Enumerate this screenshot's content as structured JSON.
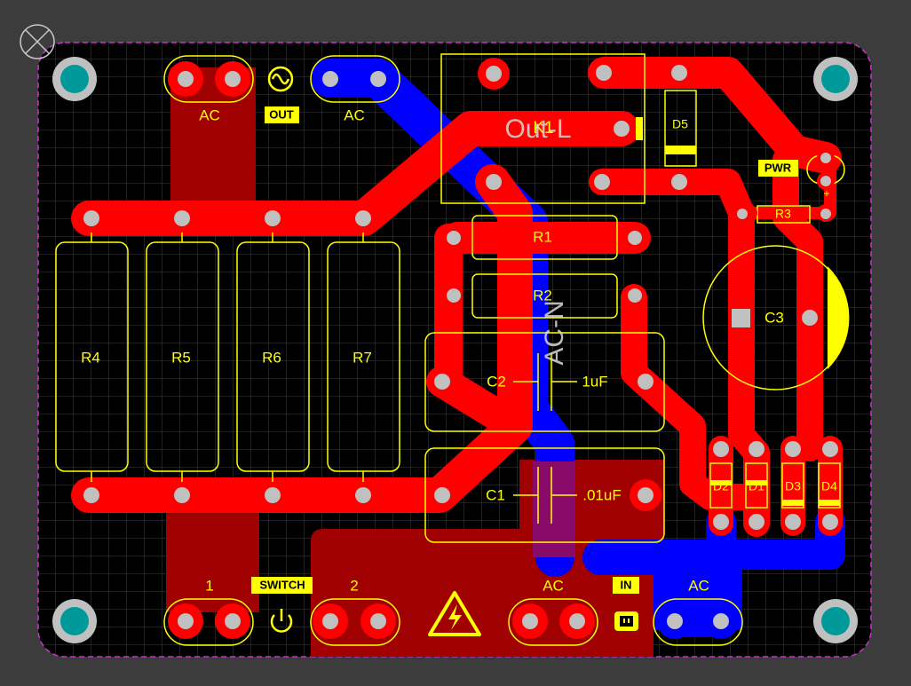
{
  "board": {
    "colors": {
      "background": "#3c3c3c",
      "board": "#000000",
      "grid": "#404040",
      "outline": "#cc33cc",
      "top_copper": "#ff0000",
      "top_pour": "#a00000",
      "bottom_copper": "#0000ff",
      "silkscreen": "#ffff00",
      "pad": "#c0c0c0",
      "mount_hole": "#009999",
      "net_label": "#d8d8d8"
    },
    "origin_marker_icon": "origin-crosshair-icon"
  },
  "labels": {
    "ac_top_left": "AC",
    "out_tag": "OUT",
    "ac_top_mid": "AC",
    "switch_1": "1",
    "switch_tag": "SWITCH",
    "switch_2": "2",
    "ac_bottom": "AC",
    "in_tag": "IN",
    "ac_bottom_right": "AC",
    "pwr_tag": "PWR",
    "pwr_plus": "+"
  },
  "components": {
    "r4": "R4",
    "r5": "R5",
    "r6": "R6",
    "r7": "R7",
    "r1": "R1",
    "r2": "R2",
    "r3": "R3",
    "c1": "C1",
    "c1_value": ".01uF",
    "c2": "C2",
    "c2_value": "1uF",
    "c3": "C3",
    "d1": "D1",
    "d2": "D2",
    "d3": "D3",
    "d4": "D4",
    "d5": "D5",
    "k1": "K1"
  },
  "nets": {
    "out_l": "Out-L",
    "ac_n": "AC-N"
  },
  "icons": {
    "ac_sine": "ac-sine-icon",
    "power": "power-icon",
    "high_voltage": "high-voltage-warning-icon",
    "plug_in": "plug-socket-icon"
  }
}
